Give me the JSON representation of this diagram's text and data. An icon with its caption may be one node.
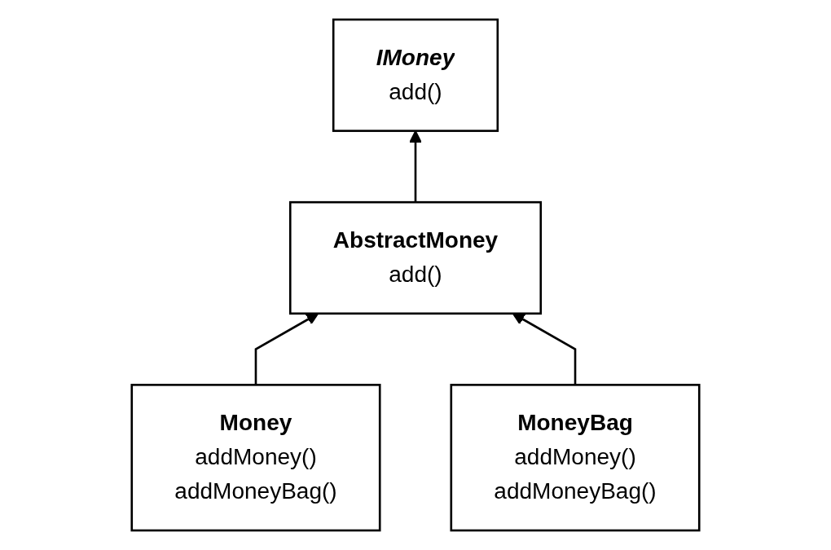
{
  "diagram": {
    "nodes": [
      {
        "text": [
          "IMoney",
          "add()"
        ]
      },
      {
        "text": [
          "AbstractMoney",
          "add()"
        ]
      },
      {
        "text": [
          "Money",
          "addMoney()",
          "addMoneyBag()"
        ]
      },
      {
        "text": [
          "MoneyBag",
          "addMoney()",
          "addMoneyBag()"
        ]
      }
    ],
    "edges": [
      {
        "from": 1,
        "to": 0,
        "arrow": "to"
      },
      {
        "from": 2,
        "to": 1,
        "arrow": "to"
      },
      {
        "from": 3,
        "to": 1,
        "arrow": "to"
      }
    ]
  }
}
